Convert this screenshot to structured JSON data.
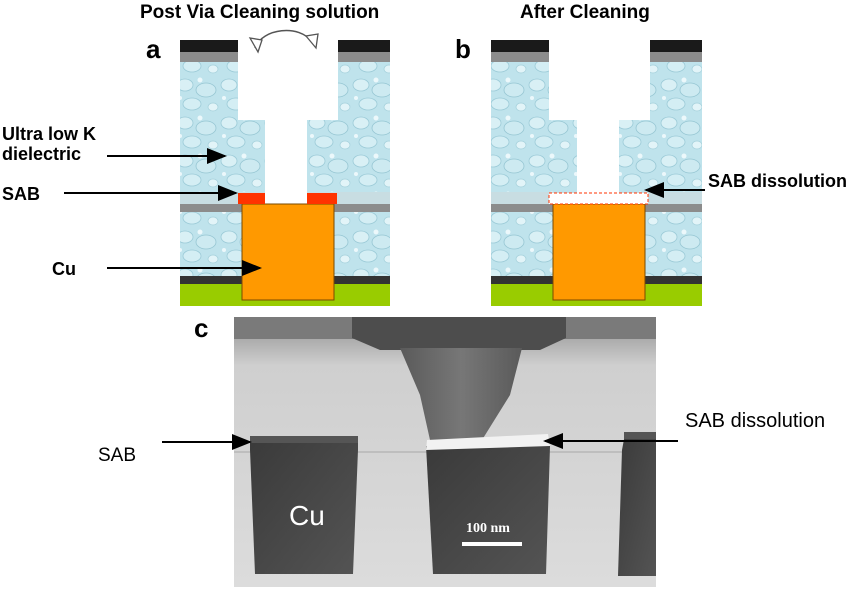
{
  "panel_a": {
    "letter": "a",
    "title": "Post Via Cleaning solution",
    "labels": {
      "dielectric_line1": "Ultra low K",
      "dielectric_line2": "dielectric",
      "sab": "SAB",
      "cu": "Cu"
    }
  },
  "panel_b": {
    "letter": "b",
    "title": "After Cleaning",
    "labels": {
      "sab_dissolution": "SAB dissolution"
    }
  },
  "panel_c": {
    "letter": "c",
    "labels": {
      "sab": "SAB",
      "sab_dissolution": "SAB dissolution",
      "cu": "Cu",
      "scale_bar": "100 nm"
    }
  },
  "colors": {
    "dielectric": "#bfe3ec",
    "copper": "#ff9900",
    "sab": "#ff3300",
    "substrate": "#99cc00",
    "hardmask": "#1a1a1a",
    "capping": "#8c8c8c",
    "sab_layer": "#c8dde2"
  }
}
